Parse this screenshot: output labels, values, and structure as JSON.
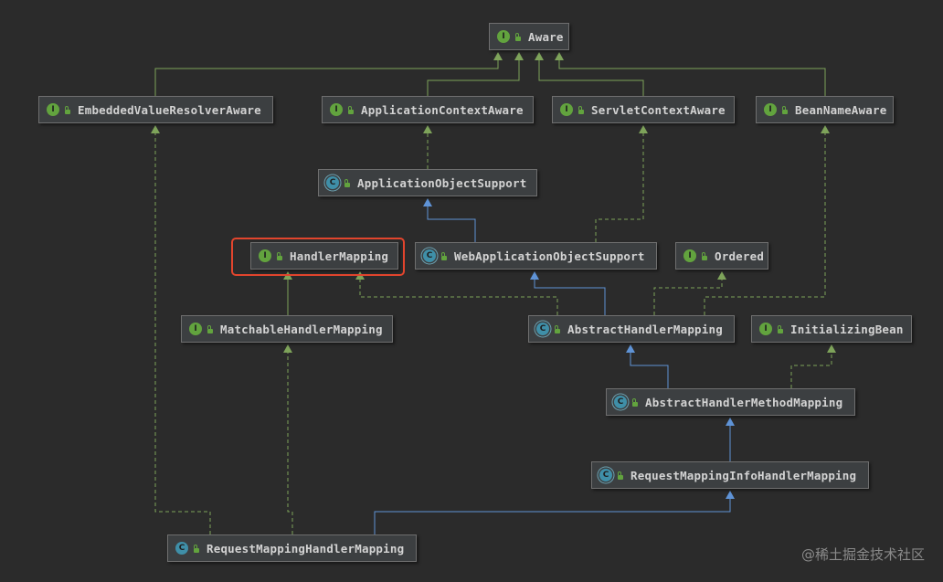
{
  "colors": {
    "background": "#2b2b2b",
    "node_fill": "#3c3f41",
    "node_border": "#6f6f6f",
    "interface_icon": "#62a33e",
    "class_icon": "#3f8fa8",
    "extends_line": "#5f93d6",
    "implements_line": "#7ea35a",
    "highlight": "#e2452d"
  },
  "nodes": [
    {
      "id": "aware",
      "label": "Aware",
      "kind": "interface",
      "icon": "interface-icon"
    },
    {
      "id": "evra",
      "label": "EmbeddedValueResolverAware",
      "kind": "interface",
      "icon": "interface-icon"
    },
    {
      "id": "aca",
      "label": "ApplicationContextAware",
      "kind": "interface",
      "icon": "interface-icon"
    },
    {
      "id": "sca",
      "label": "ServletContextAware",
      "kind": "interface",
      "icon": "interface-icon"
    },
    {
      "id": "bna",
      "label": "BeanNameAware",
      "kind": "interface",
      "icon": "interface-icon"
    },
    {
      "id": "aos",
      "label": "ApplicationObjectSupport",
      "kind": "abstract-class",
      "icon": "abstract-class-icon"
    },
    {
      "id": "hm",
      "label": "HandlerMapping",
      "kind": "interface",
      "icon": "interface-icon",
      "highlighted": true
    },
    {
      "id": "waos",
      "label": "WebApplicationObjectSupport",
      "kind": "abstract-class",
      "icon": "abstract-class-icon"
    },
    {
      "id": "ord",
      "label": "Ordered",
      "kind": "interface",
      "icon": "interface-icon"
    },
    {
      "id": "mhm",
      "label": "MatchableHandlerMapping",
      "kind": "interface",
      "icon": "interface-icon"
    },
    {
      "id": "ahm",
      "label": "AbstractHandlerMapping",
      "kind": "abstract-class",
      "icon": "abstract-class-icon"
    },
    {
      "id": "ib",
      "label": "InitializingBean",
      "kind": "interface",
      "icon": "interface-icon"
    },
    {
      "id": "ahmm",
      "label": "AbstractHandlerMethodMapping",
      "kind": "abstract-class",
      "icon": "abstract-class-icon"
    },
    {
      "id": "rmihm",
      "label": "RequestMappingInfoHandlerMapping",
      "kind": "abstract-class",
      "icon": "abstract-class-icon"
    },
    {
      "id": "rmhm",
      "label": "RequestMappingHandlerMapping",
      "kind": "class",
      "icon": "class-icon"
    }
  ],
  "edges": [
    {
      "from": "evra",
      "to": "aware",
      "type": "extends-interface"
    },
    {
      "from": "aca",
      "to": "aware",
      "type": "extends-interface"
    },
    {
      "from": "sca",
      "to": "aware",
      "type": "extends-interface"
    },
    {
      "from": "bna",
      "to": "aware",
      "type": "extends-interface"
    },
    {
      "from": "aos",
      "to": "aca",
      "type": "implements"
    },
    {
      "from": "waos",
      "to": "aos",
      "type": "extends"
    },
    {
      "from": "waos",
      "to": "sca",
      "type": "implements"
    },
    {
      "from": "mhm",
      "to": "hm",
      "type": "extends-interface"
    },
    {
      "from": "ahm",
      "to": "waos",
      "type": "extends"
    },
    {
      "from": "ahm",
      "to": "hm",
      "type": "implements"
    },
    {
      "from": "ahm",
      "to": "ord",
      "type": "implements"
    },
    {
      "from": "ahm",
      "to": "bna",
      "type": "implements"
    },
    {
      "from": "ahmm",
      "to": "ahm",
      "type": "extends"
    },
    {
      "from": "ahmm",
      "to": "ib",
      "type": "implements"
    },
    {
      "from": "rmihm",
      "to": "ahmm",
      "type": "extends"
    },
    {
      "from": "rmhm",
      "to": "rmihm",
      "type": "extends"
    },
    {
      "from": "rmhm",
      "to": "mhm",
      "type": "implements"
    },
    {
      "from": "rmhm",
      "to": "evra",
      "type": "implements"
    }
  ],
  "watermark": "@稀土掘金技术社区"
}
